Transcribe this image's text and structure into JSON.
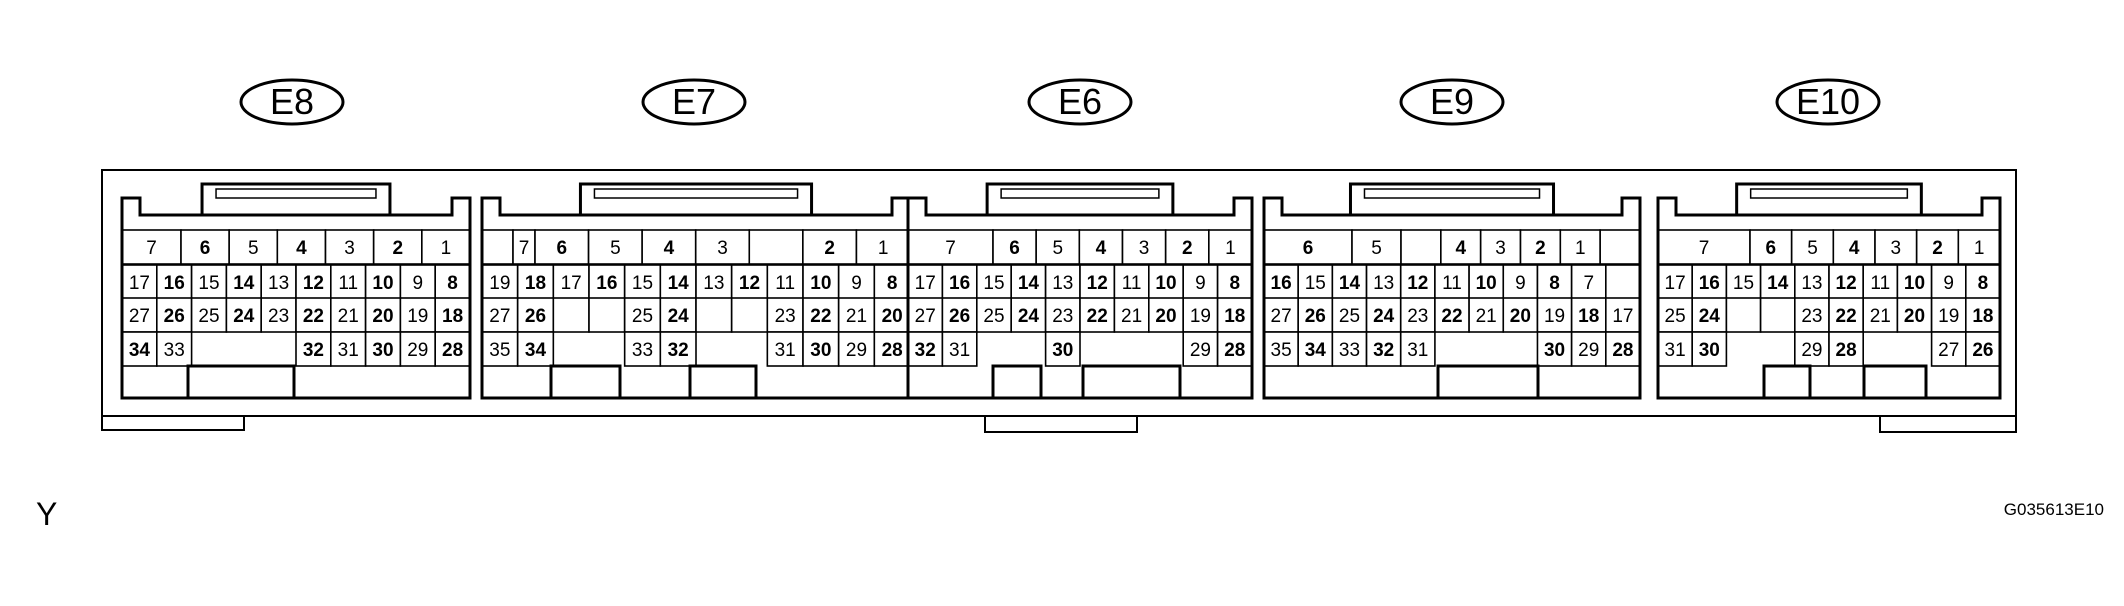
{
  "connectors": [
    {
      "label": "E8",
      "rows": [
        [
          "7",
          "6",
          "5",
          "4",
          "3",
          "2",
          "1"
        ],
        [
          "17",
          "16",
          "15",
          "14",
          "13",
          "12",
          "11",
          "10",
          "9",
          "8"
        ],
        [
          "27",
          "26",
          "25",
          "24",
          "23",
          "22",
          "21",
          "20",
          "19",
          "18"
        ],
        [
          "34",
          "33",
          "",
          "",
          "",
          "32",
          "31",
          "30",
          "29",
          "28"
        ]
      ]
    },
    {
      "label": "E7",
      "rows": [
        [
          "",
          "7",
          "6",
          "5",
          "4",
          "3",
          "",
          "2",
          "1"
        ],
        [
          "19",
          "18",
          "17",
          "16",
          "15",
          "14",
          "13",
          "12",
          "11",
          "10",
          "9",
          "8"
        ],
        [
          "27",
          "26",
          "",
          "",
          "25",
          "24",
          "",
          "",
          "23",
          "22",
          "21",
          "20"
        ],
        [
          "35",
          "34",
          "",
          "",
          "33",
          "32",
          "",
          "",
          "31",
          "30",
          "29",
          "28"
        ]
      ]
    },
    {
      "label": "E6",
      "rows": [
        [
          "7",
          "6",
          "5",
          "4",
          "3",
          "2",
          "1"
        ],
        [
          "17",
          "16",
          "15",
          "14",
          "13",
          "12",
          "11",
          "10",
          "9",
          "8"
        ],
        [
          "27",
          "26",
          "25",
          "24",
          "23",
          "22",
          "21",
          "20",
          "19",
          "18"
        ],
        [
          "32",
          "31",
          "",
          "",
          "30",
          "",
          "",
          "",
          "29",
          "28"
        ]
      ]
    },
    {
      "label": "E9",
      "rows": [
        [
          "6",
          "5",
          "",
          "4",
          "3",
          "2",
          "1",
          ""
        ],
        [
          "16",
          "15",
          "14",
          "13",
          "12",
          "11",
          "10",
          "9",
          "8",
          "7",
          ""
        ],
        [
          "27",
          "26",
          "25",
          "24",
          "23",
          "22",
          "21",
          "20",
          "19",
          "18",
          "17"
        ],
        [
          "35",
          "34",
          "33",
          "32",
          "31",
          "",
          "",
          "",
          "30",
          "29",
          "28"
        ]
      ]
    },
    {
      "label": "E10",
      "rows": [
        [
          "7",
          "6",
          "5",
          "4",
          "3",
          "2",
          "1"
        ],
        [
          "17",
          "16",
          "15",
          "14",
          "13",
          "12",
          "11",
          "10",
          "9",
          "8"
        ],
        [
          "25",
          "24",
          "",
          "",
          "23",
          "22",
          "21",
          "20",
          "19",
          "18"
        ],
        [
          "31",
          "30",
          "",
          "",
          "29",
          "28",
          "",
          "",
          "27",
          "26"
        ]
      ]
    }
  ],
  "marks": {
    "left": "Y",
    "code": "G035613E10"
  }
}
